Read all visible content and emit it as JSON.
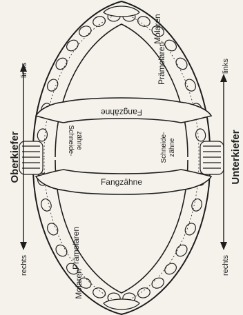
{
  "diagram": {
    "upper_jaw": {
      "title": "Oberkiefer",
      "left": "links",
      "right": "rechts"
    },
    "lower_jaw": {
      "title": "Unterkiefer",
      "left": "links",
      "right": "rechts"
    },
    "regions": {
      "canines_upper": "Fangzähne",
      "canines_lower": "Fangzähne",
      "incisors_upper_line1": "Schneide-",
      "incisors_upper_line2": "zähne",
      "incisors_lower_line1": "Schneide-",
      "incisors_lower_line2": "zähne",
      "premolars_upper": "Prämolaren",
      "premolars_lower": "Prämolaren",
      "molars_upper": "Molaren",
      "molars_lower": "Molaren"
    },
    "colors": {
      "line": "#1d1d1d",
      "background": "#f5f2ec"
    }
  }
}
